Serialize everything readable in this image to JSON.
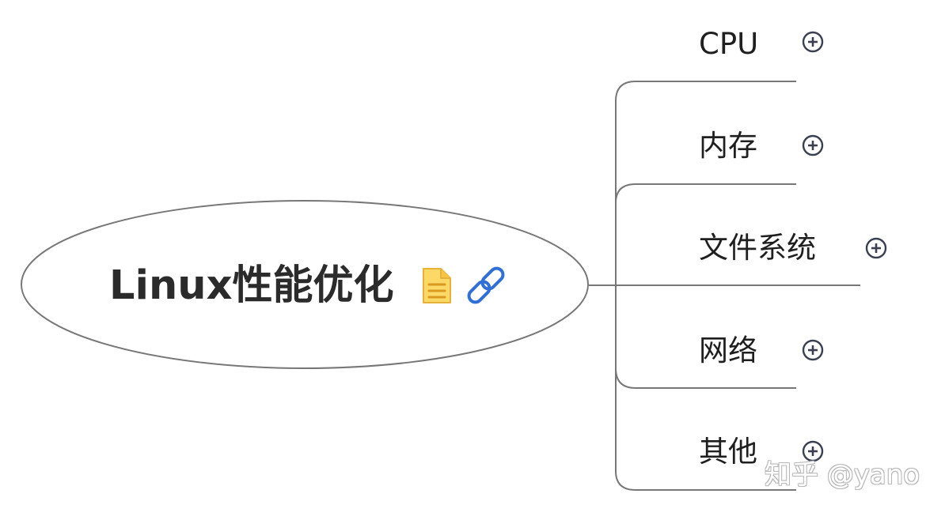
{
  "root": {
    "title": "Linux性能优化",
    "note_icon": "note-icon",
    "link_icon": "link-icon"
  },
  "branches": [
    {
      "label": "CPU",
      "expand_icon": "plus-circle-icon"
    },
    {
      "label": "内存",
      "expand_icon": "plus-circle-icon"
    },
    {
      "label": "文件系统",
      "expand_icon": "plus-circle-icon"
    },
    {
      "label": "网络",
      "expand_icon": "plus-circle-icon"
    },
    {
      "label": "其他",
      "expand_icon": "plus-circle-icon"
    }
  ],
  "watermark": "知乎 @yano",
  "colors": {
    "line": "#777777",
    "text": "#1f1f1f",
    "root_text": "#2b2b2b",
    "note_fill": "#fcd867",
    "note_stroke": "#e6b23a",
    "link": "#2f6fd6",
    "expand_icon": "#3a4052"
  }
}
